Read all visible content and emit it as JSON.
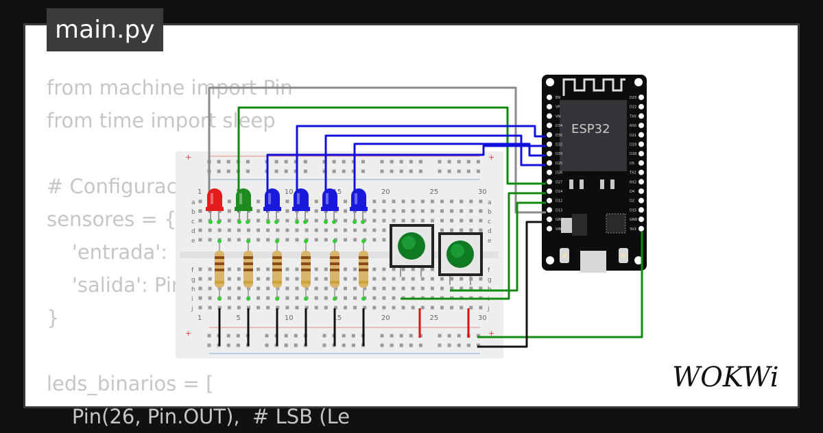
{
  "file_tab": {
    "label": "main.py"
  },
  "code_lines": [
    "from machine import Pin",
    "from time import sleep",
    "",
    "# Configurac",
    "sensores = {",
    "    'entrada': P",
    "    'salida': Pin",
    "}",
    "",
    "leds_binarios = [",
    "    Pin(26, Pin.OUT),  # LSB (Le"
  ],
  "breadboard": {
    "column_numbers": [
      "1",
      "5",
      "10",
      "15",
      "20",
      "25",
      "30"
    ],
    "row_letters_top": [
      "a",
      "b",
      "c",
      "d",
      "e"
    ],
    "row_letters_bottom": [
      "f",
      "g",
      "h",
      "i",
      "j"
    ],
    "rail_plus": "+",
    "rail_minus": "−"
  },
  "esp32": {
    "chip_label": "ESP32",
    "left_pins": [
      "EN",
      "VP",
      "VN",
      "D34",
      "D35",
      "D32",
      "D33",
      "D25",
      "D26",
      "D27",
      "D14",
      "D12",
      "D13",
      "GND",
      "VIN"
    ],
    "right_pins": [
      "D23",
      "D22",
      "TX0",
      "RX0",
      "D21",
      "D19",
      "D18",
      "D5",
      "TX2",
      "RX2",
      "D4",
      "D2",
      "D15",
      "GND",
      "3V3"
    ]
  },
  "leds": [
    {
      "color": "red"
    },
    {
      "color": "green"
    },
    {
      "color": "blue"
    },
    {
      "color": "blue"
    },
    {
      "color": "blue"
    },
    {
      "color": "blue"
    }
  ],
  "colors": {
    "led_red": "#e21b1b",
    "led_green": "#1f8a1f",
    "led_blue": "#1a1add",
    "wire_gray": "#8a8a8a",
    "wire_green": "#118811",
    "wire_blue": "#1010dd",
    "wire_black": "#111111",
    "wire_red": "#dd1111",
    "button_green": "#0f7a22"
  },
  "brand": {
    "logo": "WOKWi"
  }
}
